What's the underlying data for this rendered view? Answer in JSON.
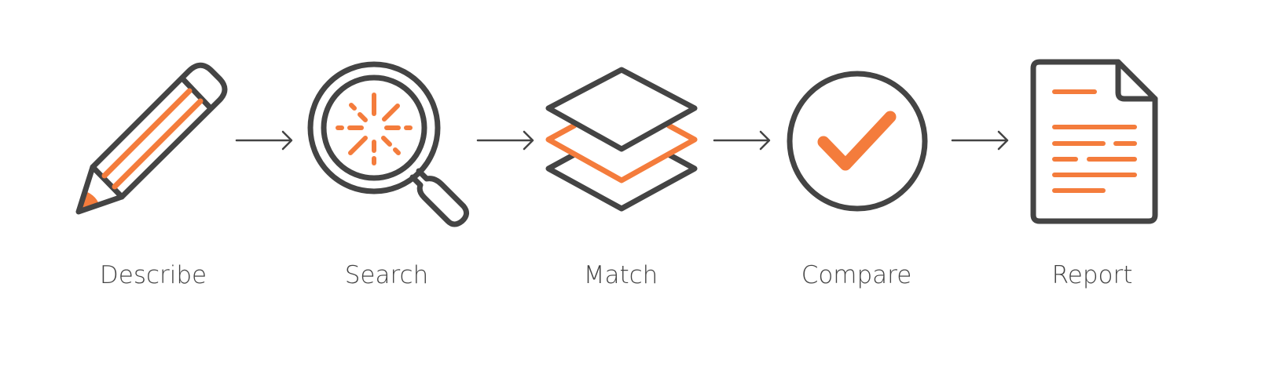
{
  "steps": [
    {
      "label": "Describe",
      "icon": "pencil-icon"
    },
    {
      "label": "Search",
      "icon": "magnifier-icon"
    },
    {
      "label": "Match",
      "icon": "layers-icon"
    },
    {
      "label": "Compare",
      "icon": "check-circle-icon"
    },
    {
      "label": "Report",
      "icon": "document-icon"
    }
  ],
  "colors": {
    "stroke": "#444444",
    "accent": "#f47c3c"
  }
}
